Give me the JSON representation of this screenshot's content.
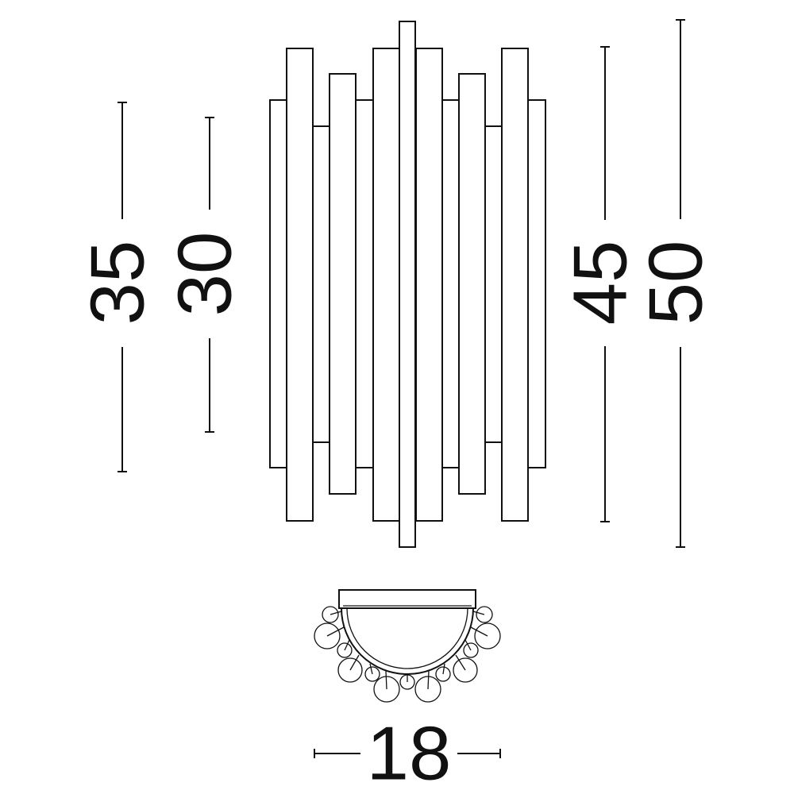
{
  "dimensions": {
    "height_35": "35",
    "height_30": "30",
    "height_45": "45",
    "height_50": "50",
    "width_18": "18"
  },
  "colors": {
    "line": "#111111",
    "background": "#ffffff"
  }
}
